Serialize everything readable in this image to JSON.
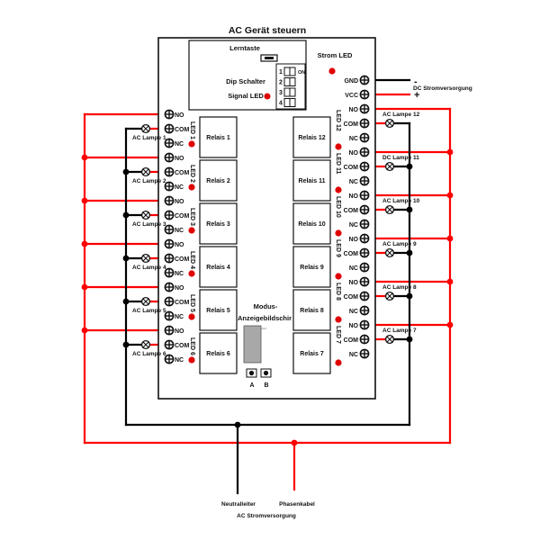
{
  "title": "AC Gerät steuern",
  "colors": {
    "phase_wire": "#ff0000",
    "neutral_wire": "#000000",
    "led": "#e00000",
    "display": "#a8a8a8",
    "board_border": "#111111"
  },
  "control_panel": {
    "learn_button_label": "Lerntaste",
    "dip_switch_label": "Dip Schalter",
    "dip_switch_numbers": [
      "1",
      "2",
      "3",
      "4"
    ],
    "dip_on_label": "ON",
    "signal_led_label": "Signal LED"
  },
  "power_led_label": "Strom LED",
  "dc_supply": {
    "gnd_label": "GND",
    "vcc_label": "VCC",
    "minus_sign": "-",
    "plus_sign": "+",
    "label": "DC Stromversorgung"
  },
  "mode_display": {
    "label_line1": "Modus-",
    "label_line2": "Anzeigebildschir",
    "button_a": "A",
    "button_b": "B"
  },
  "terminal_labels": {
    "no": "NO",
    "com": "COM",
    "nc": "NC"
  },
  "left_relays": [
    {
      "relay": "Relais 1",
      "led": "LED 1",
      "lamp": "AC Lampe 1"
    },
    {
      "relay": "Relais 2",
      "led": "LED 2",
      "lamp": "AC Lampe 2"
    },
    {
      "relay": "Relais 3",
      "led": "LED 3",
      "lamp": "AC Lampe 3"
    },
    {
      "relay": "Relais 4",
      "led": "LED 4",
      "lamp": "AC Lampe 4"
    },
    {
      "relay": "Relais 5",
      "led": "LED 5",
      "lamp": "AC Lampe 5"
    },
    {
      "relay": "Relais 6",
      "led": "LED 6",
      "lamp": "AC Lampe 6"
    }
  ],
  "right_relays": [
    {
      "relay": "Relais 12",
      "led": "LED 12",
      "lamp": "AC Lampe 12"
    },
    {
      "relay": "Relais 11",
      "led": "LED 11",
      "lamp": "DC Lampe 11"
    },
    {
      "relay": "Relais 10",
      "led": "LED 10",
      "lamp": "AC Lampe 10"
    },
    {
      "relay": "Relais 9",
      "led": "LED 9",
      "lamp": "AC Lampe 9"
    },
    {
      "relay": "Relais 8",
      "led": "LED 8",
      "lamp": "AC Lampe 8"
    },
    {
      "relay": "Relais 7",
      "led": "LED 7",
      "lamp": "AC Lampe 7"
    }
  ],
  "ac_supply": {
    "neutral_label": "Neutralleiter",
    "phase_label": "Phasenkabel",
    "label": "AC Stromversorgung"
  }
}
